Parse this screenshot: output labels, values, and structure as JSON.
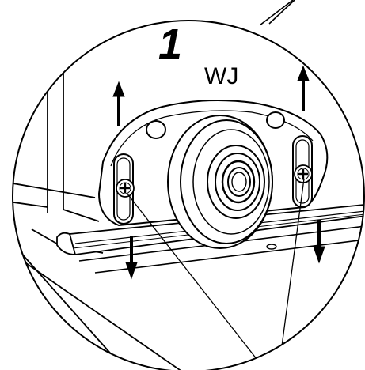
{
  "diagram": {
    "step_number": "1",
    "model_label": "WJ",
    "parts": {
      "frame_profile": "frame-profile",
      "track_rail": "track-rail",
      "roller_bracket": "roller-bracket",
      "roller_wheel": "roller-wheel",
      "left_adjustment_screw": "screw-left",
      "right_adjustment_screw": "screw-right",
      "up_arrows": 2,
      "down_arrows": 2,
      "leader_lines": 2
    },
    "colors": {
      "line": "#000000",
      "background": "#ffffff"
    }
  }
}
